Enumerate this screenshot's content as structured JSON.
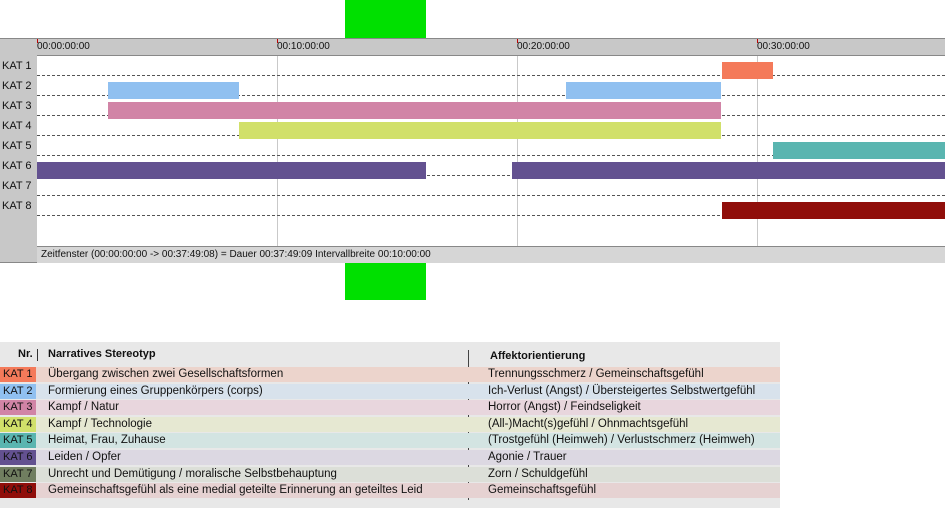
{
  "ruler_ticks": [
    "00:00:00:00",
    "00:10:00:00",
    "00:20:00:00",
    "00:30:00:00"
  ],
  "categories": [
    {
      "label": "KAT 1",
      "color": "#f47a5a"
    },
    {
      "label": "KAT 2",
      "color": "#90c0f0"
    },
    {
      "label": "KAT 3",
      "color": "#d184a6"
    },
    {
      "label": "KAT 4",
      "color": "#d1e06a"
    },
    {
      "label": "KAT 5",
      "color": "#5ab5b0"
    },
    {
      "label": "KAT 6",
      "color": "#635190"
    },
    {
      "label": "KAT 7",
      "color": "#707e60"
    },
    {
      "label": "KAT 8",
      "color": "#900e0a"
    }
  ],
  "segments": [
    {
      "cat": 0,
      "start_min": 28.55,
      "end_min": 30.65
    },
    {
      "cat": 1,
      "start_min": 2.95,
      "end_min": 8.4
    },
    {
      "cat": 1,
      "start_min": 22.05,
      "end_min": 28.5
    },
    {
      "cat": 2,
      "start_min": 2.95,
      "end_min": 28.5
    },
    {
      "cat": 3,
      "start_min": 8.4,
      "end_min": 28.5
    },
    {
      "cat": 4,
      "start_min": 30.65,
      "end_min": 37.82
    },
    {
      "cat": 5,
      "start_min": 0.0,
      "end_min": 16.2
    },
    {
      "cat": 5,
      "start_min": 19.8,
      "end_min": 37.82
    },
    {
      "cat": 7,
      "start_min": 28.55,
      "end_min": 37.82
    }
  ],
  "status": {
    "text": "Zeitfenster (00:00:00:00 -> 00:37:49:08) = Dauer 00:37:49:09    Intervallbreite 00:10:00:00"
  },
  "legend": {
    "col_nr": "Nr.",
    "col_stereotyp": "Narratives Stereotyp",
    "col_affekt": "Affektorientierung",
    "rows": [
      {
        "kat": "KAT 1",
        "stereotyp": "Übergang zwischen zwei Gesellschaftsformen",
        "affekt": "Trennungsschmerz / Gemeinschaftsgefühl",
        "bg": "#ecd4cc"
      },
      {
        "kat": "KAT 2",
        "stereotyp": "Formierung eines Gruppenkörpers (corps)",
        "affekt": "Ich-Verlust (Angst) / Übersteigertes Selbstwertgefühl",
        "bg": "#d8e2ec"
      },
      {
        "kat": "KAT 3",
        "stereotyp": "Kampf / Natur",
        "affekt": "Horror (Angst) / Feindseligkeit",
        "bg": "#e8d6dd"
      },
      {
        "kat": "KAT 4",
        "stereotyp": "Kampf / Technologie",
        "affekt": "(All-)Macht(s)gefühl / Ohnmachtsgefühl",
        "bg": "#e6e8d2"
      },
      {
        "kat": "KAT 5",
        "stereotyp": "Heimat, Frau, Zuhause",
        "affekt": "(Trostgefühl (Heimweh) / Verlustschmerz (Heimweh)",
        "bg": "#d3e4e2"
      },
      {
        "kat": "KAT 6",
        "stereotyp": "Leiden / Opfer",
        "affekt": "Agonie / Trauer",
        "bg": "#dcd8e2"
      },
      {
        "kat": "KAT 7",
        "stereotyp": "Unrecht und Demütigung / moralische Selbstbehauptung",
        "affekt": "Zorn / Schuldgefühl",
        "bg": "#dcdfd8"
      },
      {
        "kat": "KAT 8",
        "stereotyp": "Gemeinschaftsgefühl als eine medial geteilte Erinnerung an geteiltes Leid",
        "affekt": "Gemeinschaftsgefühl",
        "bg": "#e6d2d2"
      }
    ]
  }
}
